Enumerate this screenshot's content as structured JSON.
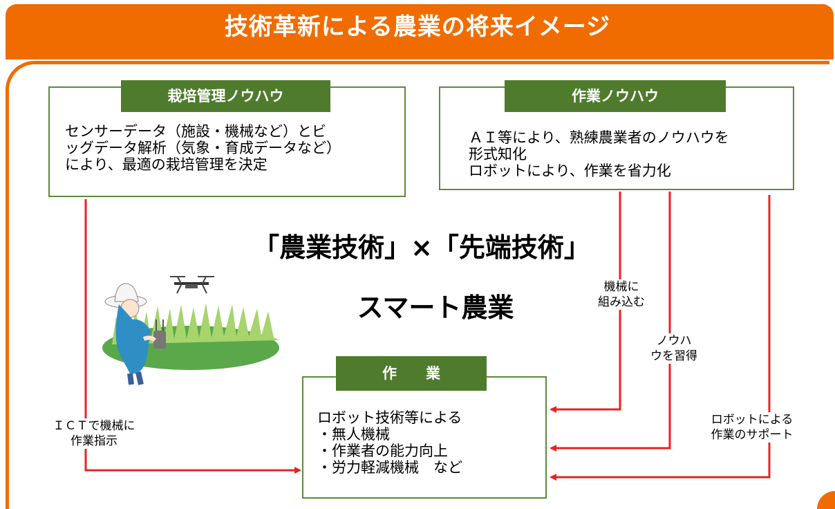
{
  "title": "技術革新による農業の将来イメージ",
  "cultivation": {
    "heading": "栽培管理ノウハウ",
    "text": "センサーデータ（施設・機械など）とビ\nッグデータ解析（気象・育成データなど）\nにより、最適の栽培管理を決定"
  },
  "work_knowhow": {
    "heading": "作業ノウハウ",
    "text": "ＡＩ等により、熟練農業者のノウハウを\n形式知化\nロボットにより、作業を省力化"
  },
  "center": {
    "equation": "「農業技術」×「先端技術」",
    "smart": "スマート農業"
  },
  "work": {
    "heading": "作　　業",
    "text": "ロボット技術等による\n・無人機械\n・作業者の能力向上\n・労力軽減機械　など"
  },
  "labels": {
    "ict": "ＩＣＴで機械に\n作業指示",
    "embed": "機械に\n組み込む",
    "learn": "ノウハ\nウを習得",
    "support": "ロボットによる\n作業のサポート"
  },
  "colors": {
    "orange": "#f06c00",
    "green": "#4f7b2d",
    "arrow": "#e8231f"
  }
}
